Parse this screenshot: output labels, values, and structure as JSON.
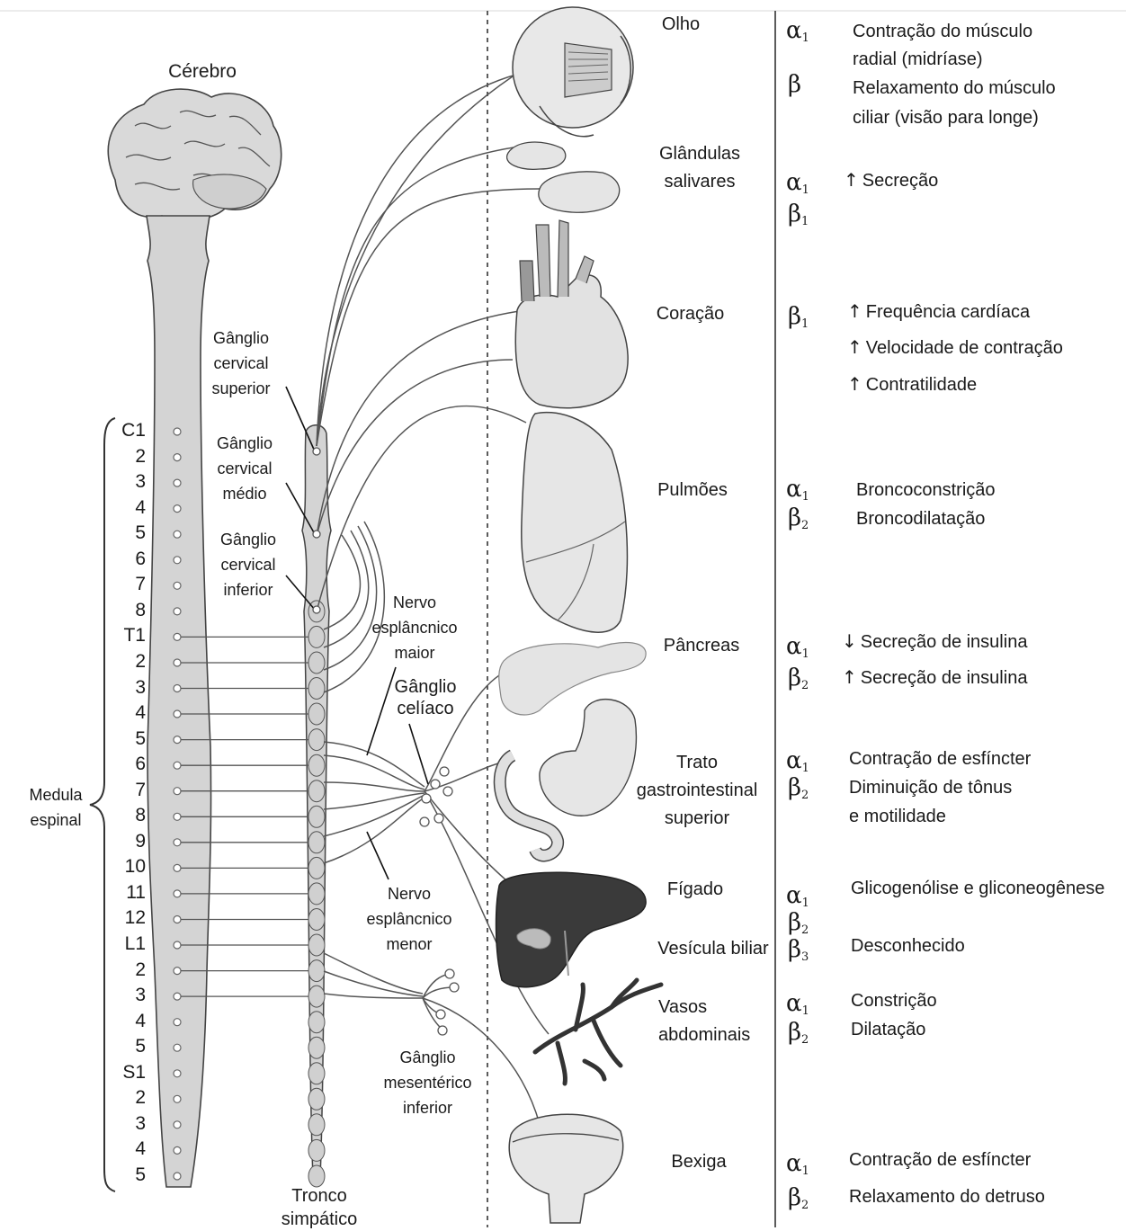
{
  "labels": {
    "brain": "Cérebro",
    "spinal_cord": "Medula espinal",
    "sympathetic_trunk": "Tronco simpático",
    "ganglion_cervical_superior": [
      "Gânglio",
      "cervical",
      "superior"
    ],
    "ganglion_cervical_medio": [
      "Gânglio",
      "cervical",
      "médio"
    ],
    "ganglion_cervical_inferior": [
      "Gânglio",
      "cervical",
      "inferior"
    ],
    "nerve_splanchnic_major": [
      "Nervo",
      "esplâncnico",
      "maior"
    ],
    "ganglion_celiac": [
      "Gânglio",
      "celíaco"
    ],
    "nerve_splanchnic_minor": [
      "Nervo",
      "esplâncnico",
      "menor"
    ],
    "ganglion_mesenteric_inferior": [
      "Gânglio",
      "mesentérico",
      "inferior"
    ]
  },
  "segments": [
    "C1",
    "2",
    "3",
    "4",
    "5",
    "6",
    "7",
    "8",
    "T1",
    "2",
    "3",
    "4",
    "5",
    "6",
    "7",
    "8",
    "9",
    "10",
    "11",
    "12",
    "L1",
    "2",
    "3",
    "4",
    "5",
    "S1",
    "2",
    "3",
    "4",
    "5"
  ],
  "organs": [
    {
      "name": [
        "Olho"
      ]
    },
    {
      "name": [
        "Glândulas",
        "salivares"
      ]
    },
    {
      "name": [
        "Coração"
      ]
    },
    {
      "name": [
        "Pulmões"
      ]
    },
    {
      "name": [
        "Pâncreas"
      ]
    },
    {
      "name": [
        "Trato",
        "gastrointestinal",
        "superior"
      ]
    },
    {
      "name": [
        "Fígado"
      ]
    },
    {
      "name": [
        "Vesícula biliar"
      ]
    },
    {
      "name": [
        "Vasos",
        "abdominais"
      ]
    },
    {
      "name": [
        "Bexiga"
      ]
    }
  ],
  "receptors": [
    {
      "symbol": "α",
      "sub": "1"
    },
    {
      "symbol": "β",
      "sub": ""
    },
    {
      "symbol": "α",
      "sub": "1"
    },
    {
      "symbol": "β",
      "sub": "1"
    },
    {
      "symbol": "β",
      "sub": "1"
    },
    {
      "symbol": "α",
      "sub": "1"
    },
    {
      "symbol": "β",
      "sub": "2"
    },
    {
      "symbol": "α",
      "sub": "1"
    },
    {
      "symbol": "β",
      "sub": "2"
    },
    {
      "symbol": "α",
      "sub": "1"
    },
    {
      "symbol": "β",
      "sub": "2"
    },
    {
      "symbol": "α",
      "sub": "1"
    },
    {
      "symbol": "β",
      "sub": "2"
    },
    {
      "symbol": "β",
      "sub": "3"
    },
    {
      "symbol": "α",
      "sub": "1"
    },
    {
      "symbol": "β",
      "sub": "2"
    },
    {
      "symbol": "α",
      "sub": "1"
    },
    {
      "symbol": "β",
      "sub": "2"
    }
  ],
  "effects": [
    {
      "arrow": "",
      "text": "Contração do músculo"
    },
    {
      "arrow": "",
      "text": "radial (midríase)"
    },
    {
      "arrow": "",
      "text": "Relaxamento do músculo"
    },
    {
      "arrow": "",
      "text": "ciliar (visão para longe)"
    },
    {
      "arrow": "↑",
      "text": "Secreção"
    },
    {
      "arrow": "↑",
      "text": "Frequência cardíaca"
    },
    {
      "arrow": "↑",
      "text": "Velocidade de contração"
    },
    {
      "arrow": "↑",
      "text": "Contratilidade"
    },
    {
      "arrow": "",
      "text": "Broncoconstrição"
    },
    {
      "arrow": "",
      "text": "Broncodilatação"
    },
    {
      "arrow": "↓",
      "text": "Secreção de insulina"
    },
    {
      "arrow": "↑",
      "text": "Secreção de insulina"
    },
    {
      "arrow": "",
      "text": "Contração de esfíncter"
    },
    {
      "arrow": "",
      "text": "Diminuição de tônus"
    },
    {
      "arrow": "",
      "text": "e motilidade"
    },
    {
      "arrow": "",
      "text": "Glicogenólise e gliconeogênese"
    },
    {
      "arrow": "",
      "text": "Desconhecido"
    },
    {
      "arrow": "",
      "text": "Constrição"
    },
    {
      "arrow": "",
      "text": "Dilatação"
    },
    {
      "arrow": "",
      "text": "Contração de esfíncter"
    },
    {
      "arrow": "",
      "text": "Relaxamento do detruso"
    }
  ]
}
